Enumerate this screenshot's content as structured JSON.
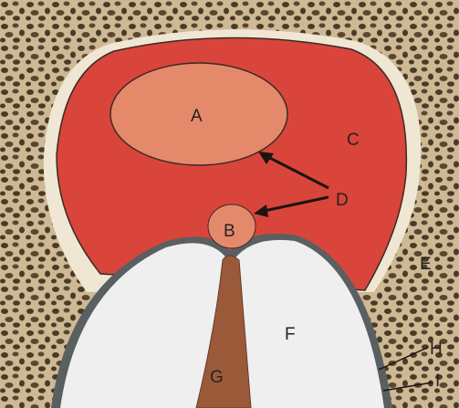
{
  "labels": {
    "A": "A",
    "B": "B",
    "C": "C",
    "D": "D",
    "E": "E",
    "F": "F",
    "G": "G",
    "H": "H",
    "I": "I"
  },
  "colors": {
    "background": "#e9dfc8",
    "sponge_bone": "#c9b58f",
    "cavities": "#4a3a28",
    "red_region": "#d9453b",
    "oval_A": "#e48a6b",
    "node_B": "#e48a6b",
    "white_region": "#efefef",
    "stalk": "#9a5a3a",
    "membrane": "#5a5f62",
    "outline": "#3a2a25"
  }
}
